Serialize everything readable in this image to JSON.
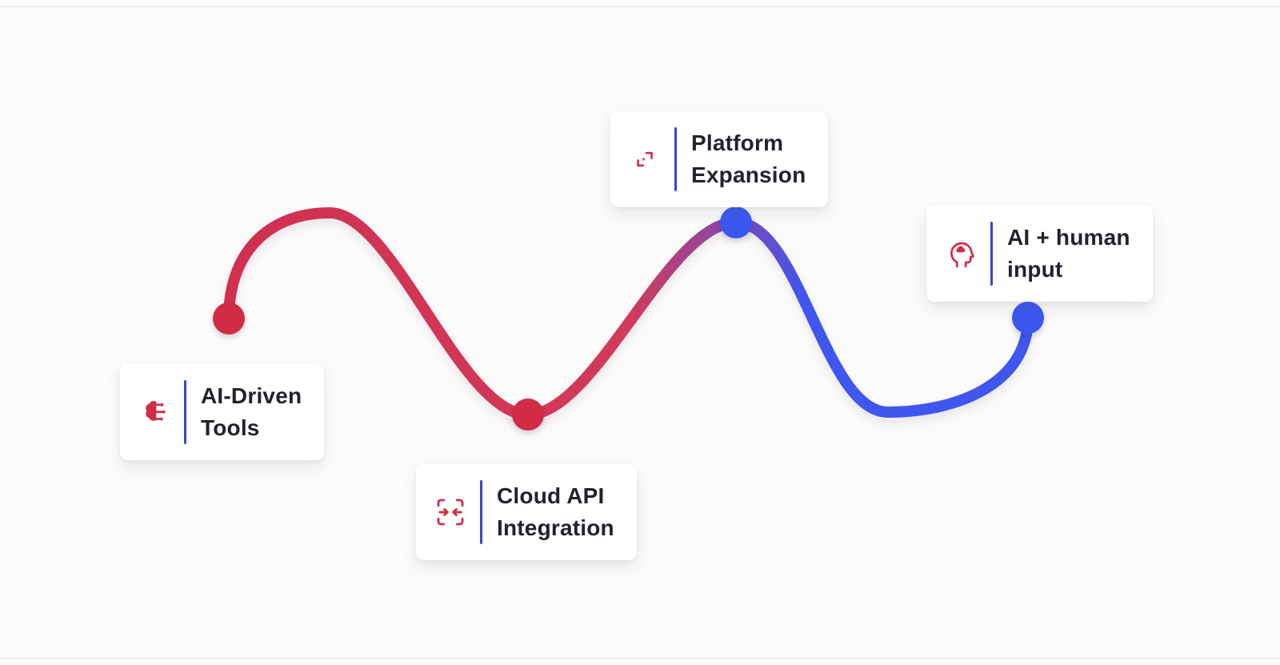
{
  "page": {
    "background": "#fcfbfb",
    "frame_line_color": "#dcdcdc"
  },
  "colors": {
    "accent_red": "#d22b45",
    "accent_blue": "#3b57f0",
    "divider_blue": "#2f4bc7",
    "text": "#20232b",
    "card_background": "#ffffff",
    "curve_gradient": {
      "start": "#d13050",
      "mid_red": "#d23a5a",
      "purple": "#8b47a8",
      "blue": "#3f56ef"
    }
  },
  "milestones": [
    {
      "title_line1": "AI-Driven",
      "title_line2": "Tools",
      "icon": "brain-circuit-icon",
      "node_color": "#d22b45"
    },
    {
      "title_line1": "Cloud API",
      "title_line2": "Integration",
      "icon": "integration-arrows-icon",
      "node_color": "#d22b45"
    },
    {
      "title_line1": "Platform",
      "title_line2": "Expansion",
      "icon": "corner-path-icon",
      "node_color": "#3b57f0"
    },
    {
      "title_line1": "AI + human",
      "title_line2": "input",
      "icon": "head-brain-icon",
      "node_color": "#3b57f0"
    }
  ]
}
